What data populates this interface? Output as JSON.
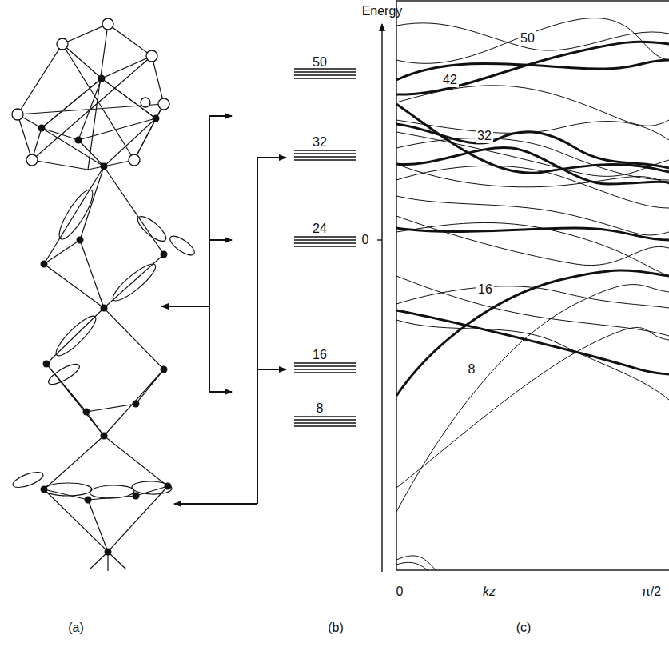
{
  "diagram": {
    "labels": [
      "Energy",
      "50",
      "32",
      "24",
      "0",
      "16",
      "8",
      "50",
      "42",
      "32",
      "16",
      "8",
      "0",
      "kz",
      "π/2",
      "(a)",
      "(b)",
      "(c)"
    ]
  }
}
